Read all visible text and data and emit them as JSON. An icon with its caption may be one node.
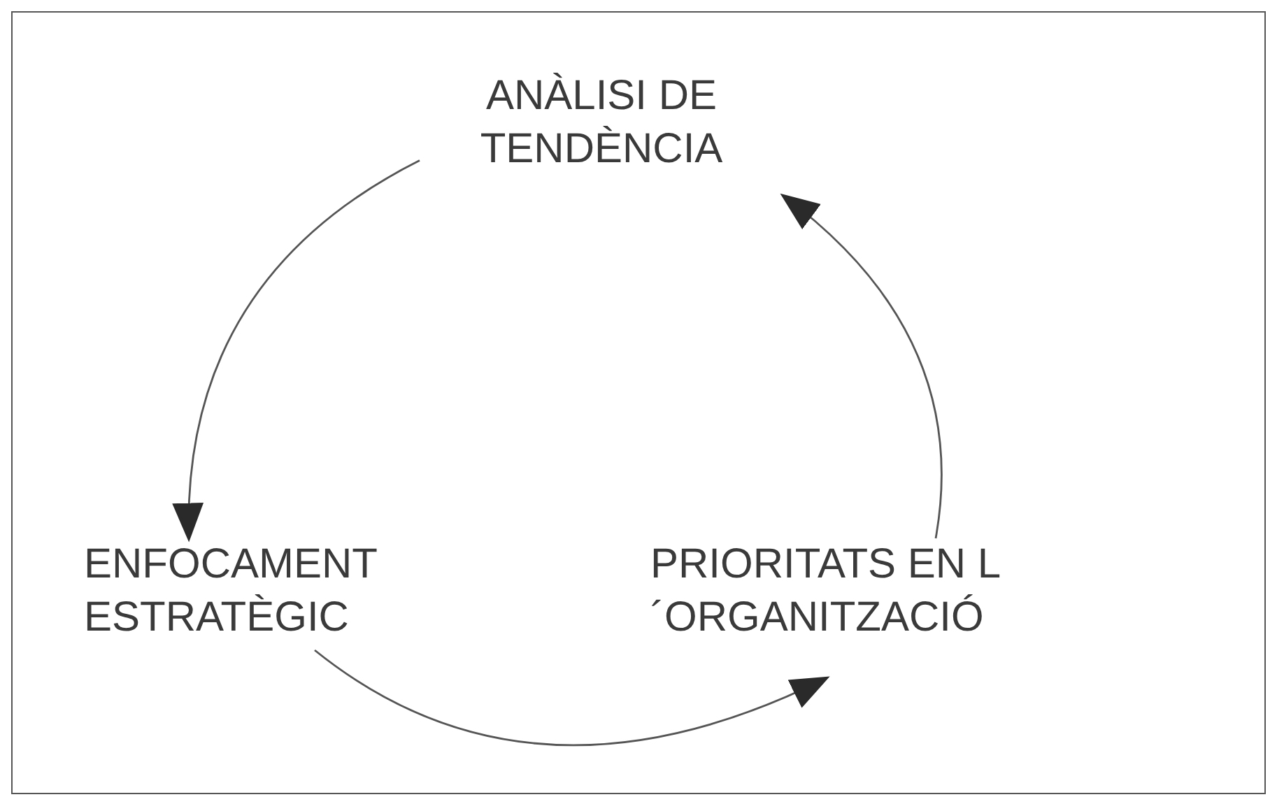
{
  "diagram": {
    "nodes": [
      {
        "text": [
          "ANÀLISI DE TENDÈNCIA"
        ]
      },
      {
        "text": [
          "ENFOCAMENT ESTRATÈGIC"
        ]
      },
      {
        "text": [
          "PRIORITATS EN L´ORGANITZACIÓ"
        ]
      }
    ],
    "edges": [
      {
        "from": 0,
        "to": 1,
        "arrow": "to"
      },
      {
        "from": 1,
        "to": 2,
        "arrow": "to"
      },
      {
        "from": 2,
        "to": 0,
        "arrow": "to"
      }
    ]
  }
}
